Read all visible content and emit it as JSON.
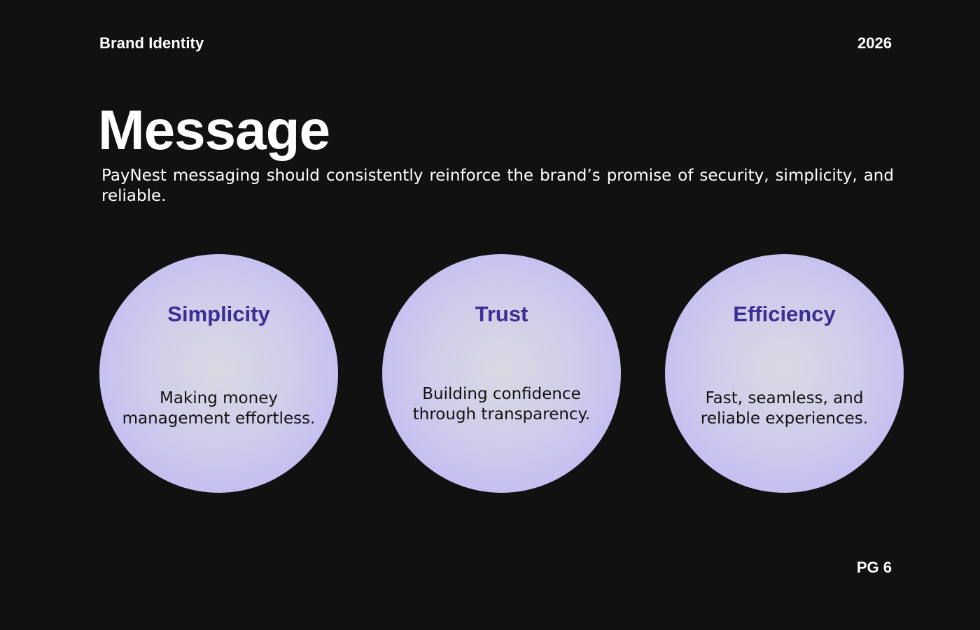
{
  "header": {
    "section": "Brand Identity",
    "year": "2026"
  },
  "main": {
    "title": "Message",
    "intro": "PayNest messaging should consistently reinforce the brand’s promise of security, simplicity, and reliable."
  },
  "pillars": [
    {
      "title": "Simplicity",
      "description_line_1": "Making money",
      "description_line_2": "management effortless."
    },
    {
      "title": "Trust",
      "description_line_1": "Building confidence",
      "description_line_2": "through transparency."
    },
    {
      "title": "Efficiency",
      "description_line_1": "Fast, seamless, and",
      "description_line_2": "reliable experiences."
    }
  ],
  "footer": {
    "page": "PG 6"
  },
  "colors": {
    "background": "#111111",
    "text": "#ffffff",
    "circle_fill": "#c6bff1",
    "circle_title": "#3a2f94",
    "circle_text": "#111111"
  }
}
